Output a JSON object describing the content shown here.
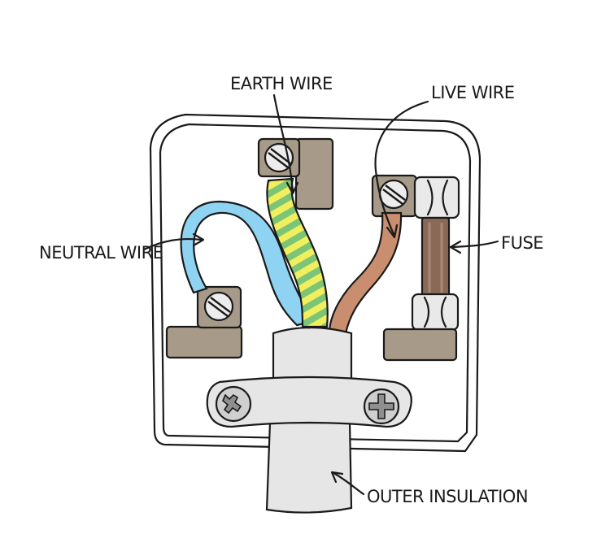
{
  "labels": {
    "earth": "EARTH WIRE",
    "live": "LIVE WIRE",
    "neutral": "NEUTRAL WIRE",
    "fuse": "FUSE",
    "outer": "OUTER INSULATION"
  },
  "colors": {
    "background": "#ffffff",
    "plug_body": "#ffffff",
    "terminal": "#a79a88",
    "neutral_wire": "#8fd3f2",
    "earth_green": "#7cc576",
    "earth_yellow": "#f2ef5e",
    "live_wire": "#c98e6f",
    "fuse_body": "#8a6a57",
    "insulation": "#e6e6e6"
  }
}
